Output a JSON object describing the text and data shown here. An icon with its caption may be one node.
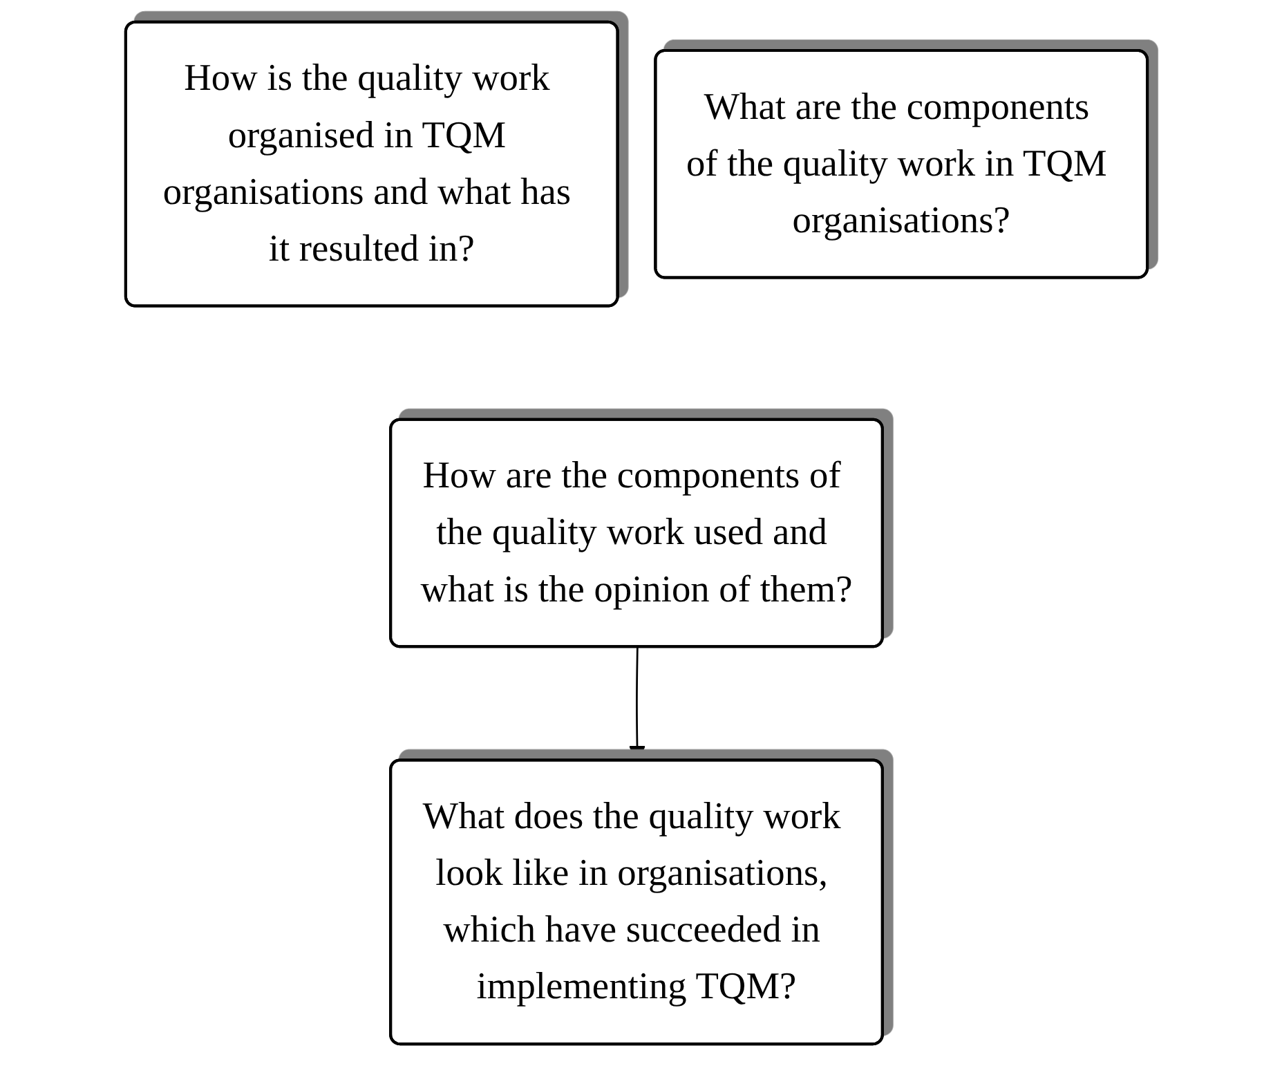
{
  "diagram": {
    "nodes": [
      {
        "text": [
          "How is the quality work organised in TQM organisations and what has it resulted in?"
        ]
      },
      {
        "text": [
          "What are the components of the quality work in TQM organisations?"
        ]
      },
      {
        "text": [
          "How are the components of the quality work used and what is the opinion of them?"
        ]
      },
      {
        "text": [
          "What does the quality work look like in organisations, which have succeeded in implementing TQM?"
        ]
      }
    ],
    "edges": [
      {
        "from": 2,
        "to": 3,
        "arrow": "to"
      }
    ]
  }
}
